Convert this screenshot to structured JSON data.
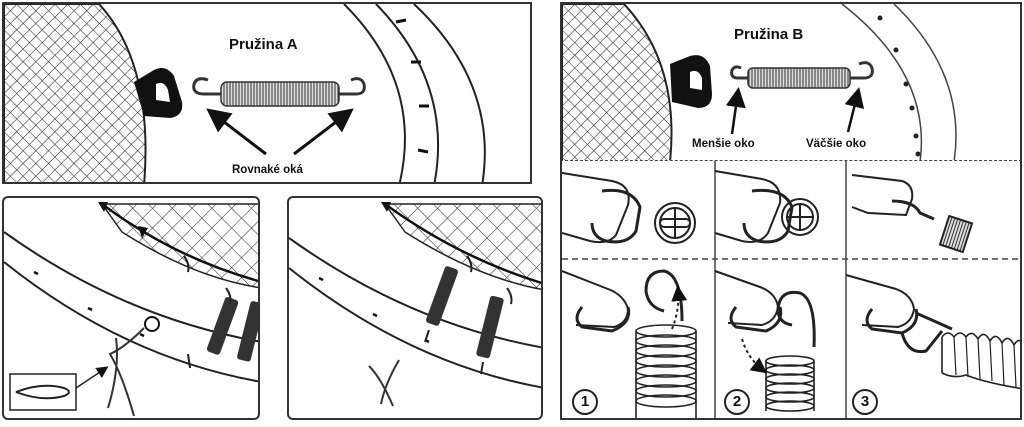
{
  "panel_a": {
    "title": "Pružina A",
    "hooks_label": "Rovnaké oká"
  },
  "panel_b": {
    "title": "Pružina B",
    "small_eye_label": "Menšie oko",
    "large_eye_label": "Väčšie oko"
  },
  "steps": [
    "1",
    "2",
    "3"
  ],
  "icons": [
    "net-mesh",
    "net-mount-ring",
    "spring-coil",
    "frame-rim",
    "arrow",
    "wire-tool",
    "hook"
  ],
  "colors": {
    "line": "#222222",
    "spring": "#333333",
    "background": "#ffffff"
  }
}
